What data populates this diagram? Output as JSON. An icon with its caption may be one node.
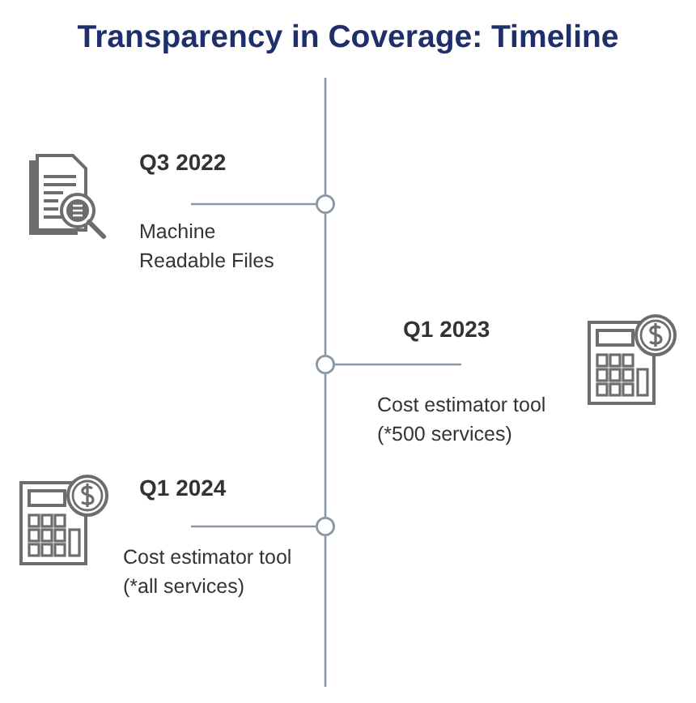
{
  "diagram": {
    "title": "Transparency in Coverage: Timeline",
    "nodes": [
      {
        "text": [
          "Q3 2022",
          "Machine Readable Files"
        ]
      },
      {
        "text": [],
        "shape": "circle"
      },
      {
        "text": [
          "Q1 2023",
          "Cost estimator tool (*500 services)"
        ]
      },
      {
        "text": [],
        "shape": "circle"
      },
      {
        "text": [
          "Q1 2024",
          "Cost estimator tool (*all services)"
        ]
      },
      {
        "text": [],
        "shape": "circle"
      }
    ],
    "edges": [
      {
        "from": 0,
        "to": 1,
        "arrow": "none"
      },
      {
        "from": 2,
        "to": 3,
        "arrow": "none"
      },
      {
        "from": 4,
        "to": 5,
        "arrow": "none"
      },
      {
        "from": 1,
        "to": 3,
        "arrow": "none"
      },
      {
        "from": 3,
        "to": 5,
        "arrow": "none"
      }
    ]
  }
}
